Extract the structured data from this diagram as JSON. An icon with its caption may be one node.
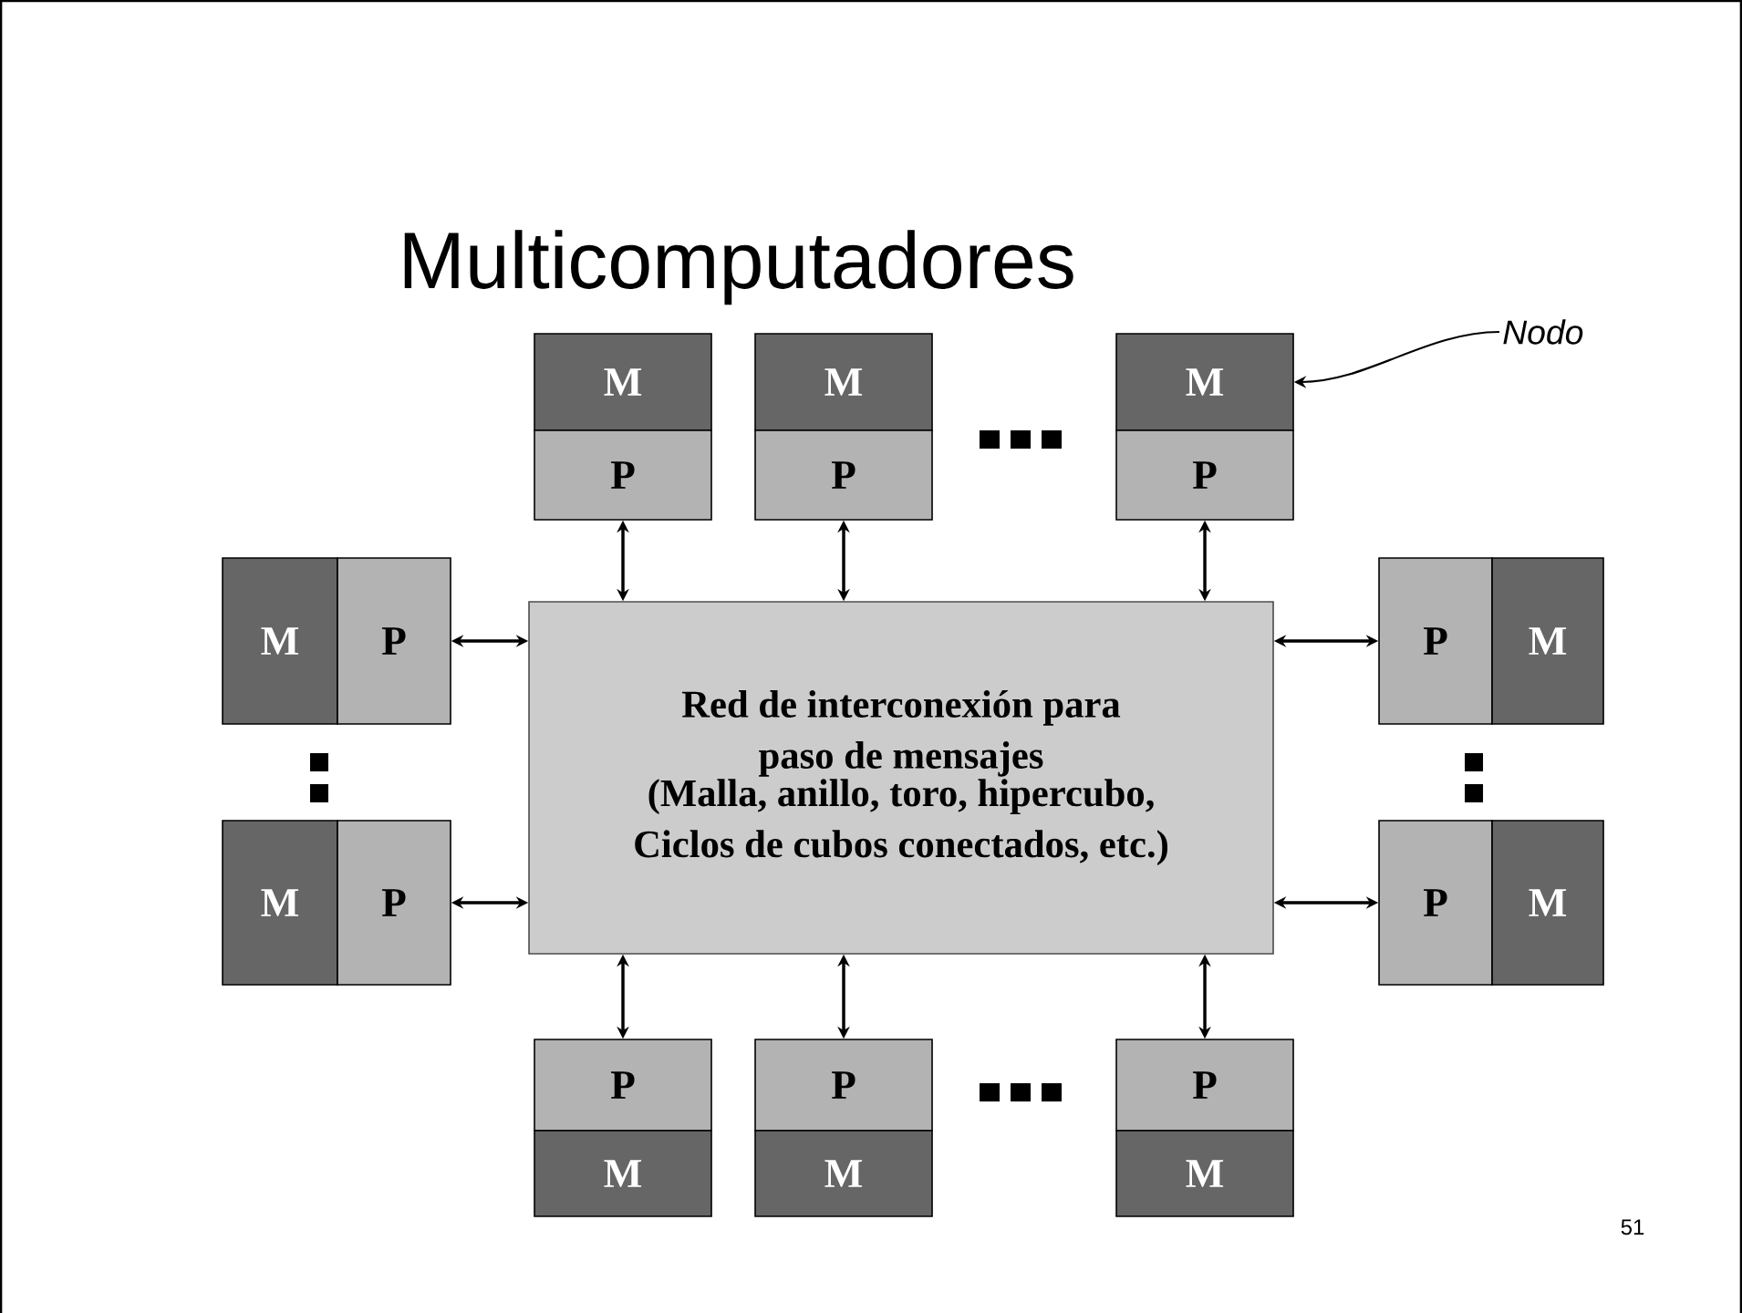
{
  "diagram": {
    "title": "Multicomputadores",
    "nodes": [
      {
        "text": [
          "M"
        ]
      },
      {
        "text": [
          "P"
        ]
      },
      {
        "text": [
          "M"
        ]
      },
      {
        "text": [
          "P"
        ]
      },
      {
        "text": [
          "M"
        ]
      },
      {
        "text": [
          "P"
        ]
      },
      {
        "text": [
          "M"
        ]
      },
      {
        "text": [
          "P"
        ]
      },
      {
        "text": [
          "Red de interconexión para paso de mensajes",
          "(Malla, anillo, toro, hipercubo, Ciclos de cubos conectados, etc.)"
        ]
      },
      {
        "text": [
          "P"
        ]
      },
      {
        "text": [
          "M"
        ]
      },
      {
        "text": [
          "M"
        ]
      },
      {
        "text": [
          "P"
        ]
      },
      {
        "text": [
          "P"
        ]
      },
      {
        "text": [
          "M"
        ]
      },
      {
        "text": [
          "P"
        ]
      },
      {
        "text": [
          "M"
        ]
      },
      {
        "text": [
          "P"
        ]
      },
      {
        "text": [
          "M"
        ]
      },
      {
        "text": [
          "P"
        ]
      },
      {
        "text": [
          "M"
        ]
      },
      {
        "text": [
          "Nodo"
        ]
      }
    ],
    "edges": [
      {
        "from": 1,
        "to": 8,
        "arrow": "both"
      },
      {
        "from": 3,
        "to": 8,
        "arrow": "both"
      },
      {
        "from": 5,
        "to": 8,
        "arrow": "both"
      },
      {
        "from": 7,
        "to": 8,
        "arrow": "both"
      },
      {
        "from": 9,
        "to": 8,
        "arrow": "both"
      },
      {
        "from": 12,
        "to": 8,
        "arrow": "both"
      },
      {
        "from": 13,
        "to": 8,
        "arrow": "both"
      },
      {
        "from": 15,
        "to": 8,
        "arrow": "both"
      },
      {
        "from": 17,
        "to": 8,
        "arrow": "both"
      },
      {
        "from": 19,
        "to": 8,
        "arrow": "both"
      },
      {
        "from": 21,
        "to": 4,
        "arrow": "to"
      }
    ],
    "labels": [
      "51"
    ]
  }
}
